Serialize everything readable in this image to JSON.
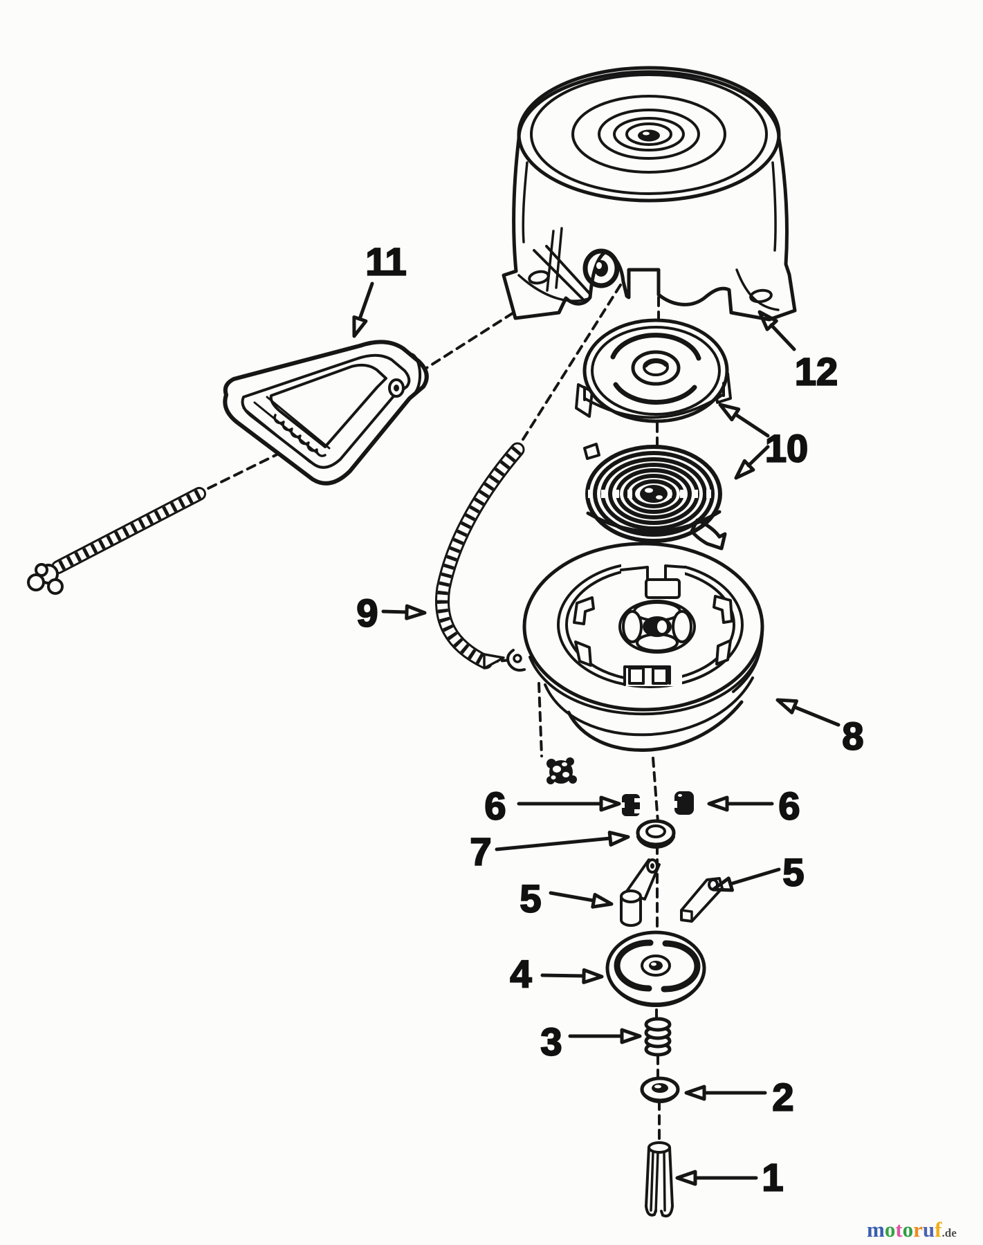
{
  "callouts": {
    "c1": "1",
    "c2": "2",
    "c3": "3",
    "c4": "4",
    "c5": "5",
    "c6": "6",
    "c7": "7",
    "c8": "8",
    "c9": "9",
    "c10": "10",
    "c11": "11",
    "c12": "12"
  },
  "watermark": {
    "letters": [
      {
        "ch": "m",
        "color": "#3a5eb0"
      },
      {
        "ch": "o",
        "color": "#33a443"
      },
      {
        "ch": "t",
        "color": "#df55a5"
      },
      {
        "ch": "o",
        "color": "#2d9e43"
      },
      {
        "ch": "r",
        "color": "#ed8b22"
      },
      {
        "ch": "u",
        "color": "#4d63b0"
      },
      {
        "ch": "f",
        "color": "#f2ad18"
      }
    ],
    "suffix": ".de",
    "suffix_color": "#4f4f4f"
  },
  "colors": {
    "ink": "#161616",
    "background": "#fcfcfa"
  }
}
